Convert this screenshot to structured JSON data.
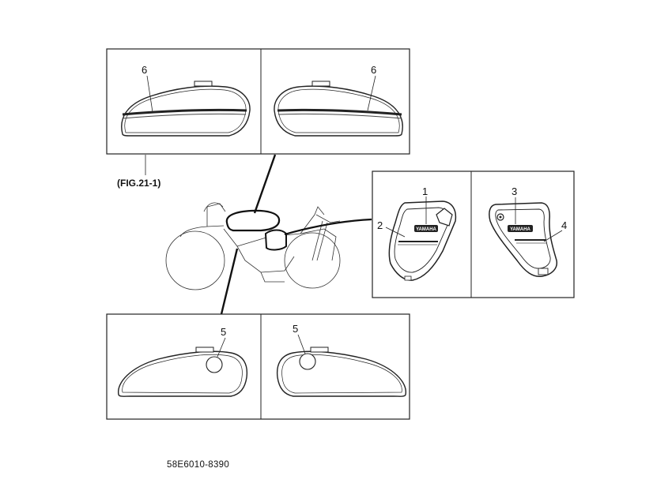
{
  "figure": {
    "figure_reference": "(FIG.21-1)",
    "part_number": "58E6010-8390",
    "callouts": [
      "6",
      "6",
      "1",
      "2",
      "3",
      "4",
      "5",
      "5"
    ],
    "emblem_text": "YAMAHA"
  }
}
